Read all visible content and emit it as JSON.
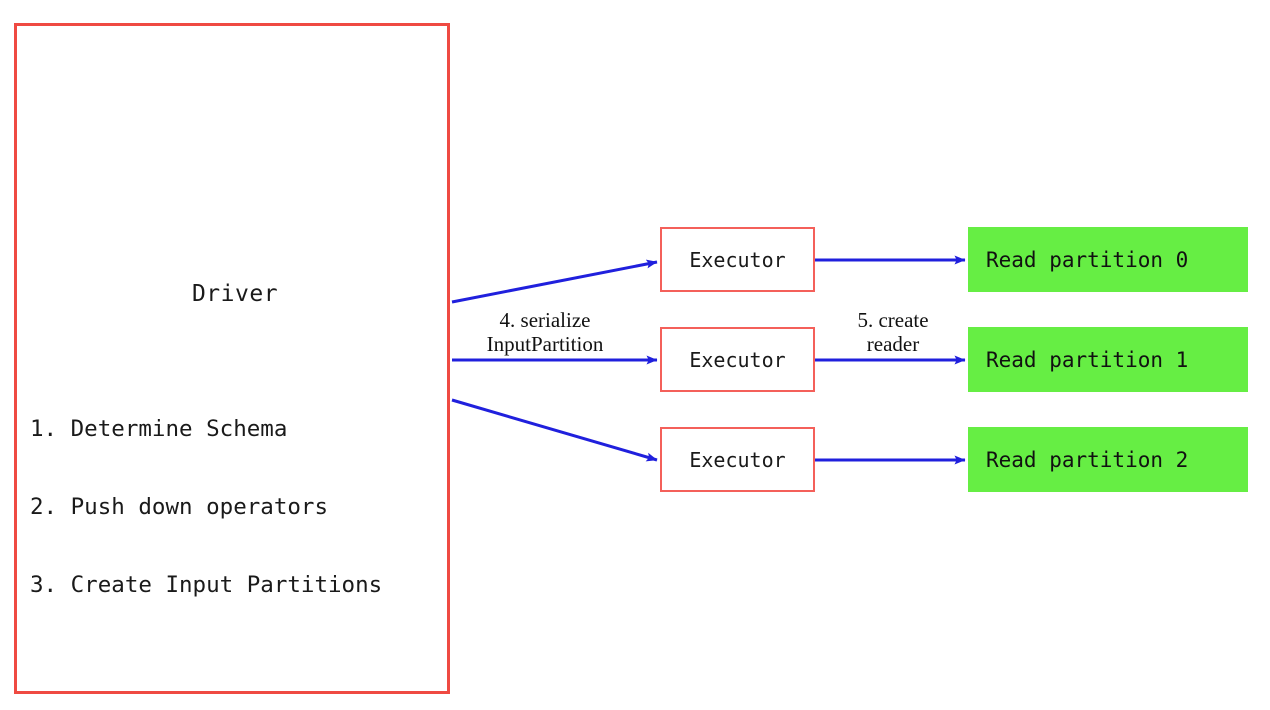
{
  "diagram": {
    "driver": {
      "title": "Driver",
      "steps": [
        "1. Determine Schema",
        "2. Push down operators",
        "3. Create Input Partitions"
      ],
      "border_color": "#ef4a42"
    },
    "executors": [
      {
        "label": "Executor"
      },
      {
        "label": "Executor"
      },
      {
        "label": "Executor"
      }
    ],
    "partitions": [
      {
        "label": "Read partition 0"
      },
      {
        "label": "Read partition 1"
      },
      {
        "label": "Read partition 2"
      }
    ],
    "edge_labels": {
      "serialize": "4. serialize\nInputPartition",
      "create_reader": "5. create\nreader"
    },
    "colors": {
      "box_border_red": "#f4605a",
      "partition_green": "#66ee44",
      "arrow_blue": "#2020dd",
      "text_black": "#1a1a1a",
      "background": "#ffffff"
    }
  }
}
